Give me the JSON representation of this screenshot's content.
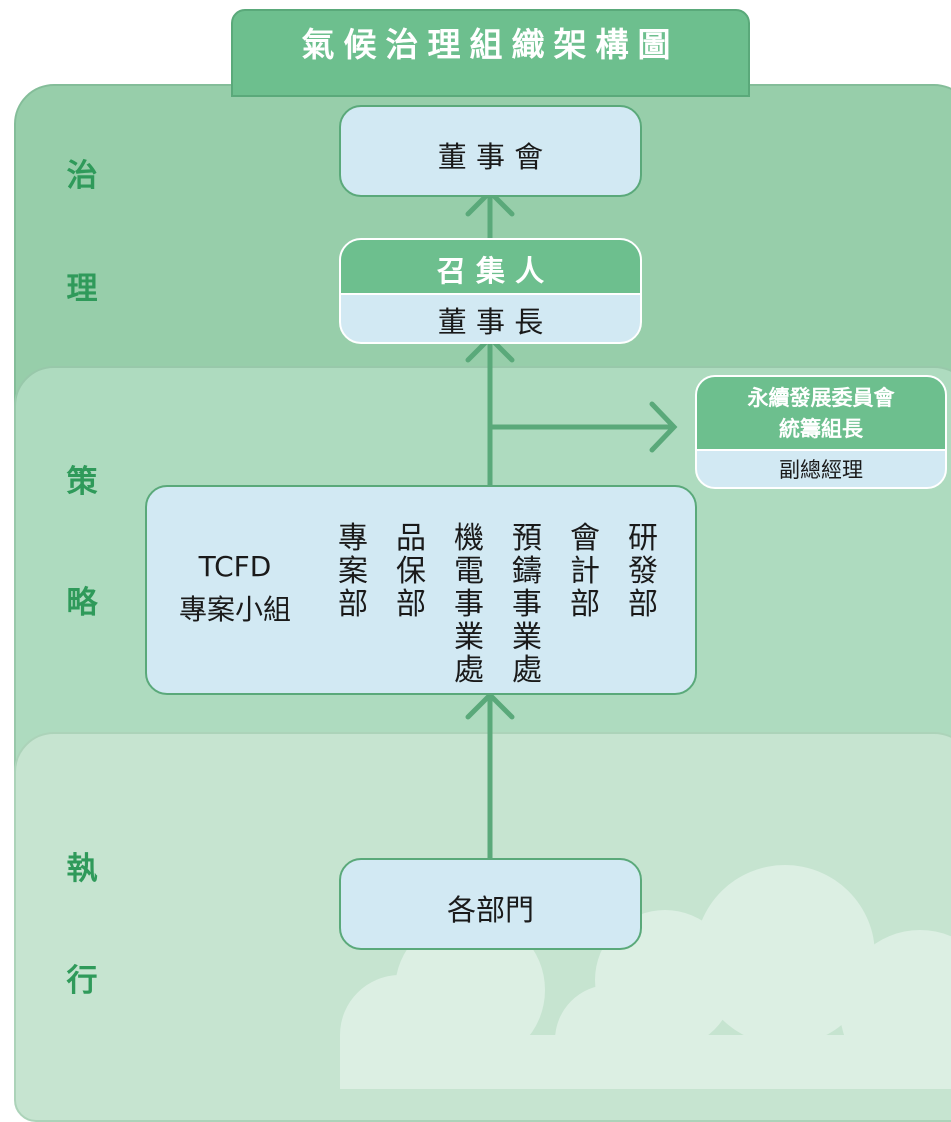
{
  "title": "氣候治理組織架構圖",
  "side_labels": {
    "governance": [
      "治",
      "理"
    ],
    "strategy": [
      "策",
      "略"
    ],
    "execution": [
      "執",
      "行"
    ]
  },
  "nodes": {
    "board": "董 事 會",
    "convener": "召 集 人",
    "chairman": "董 事 長",
    "committee_lead_line1": "永續發展委員會",
    "committee_lead_line2": "統籌組長",
    "committee_role": "副總經理",
    "tcfd_line1": "TCFD",
    "tcfd_line2": "專案小組",
    "departments": [
      "專案部",
      "品保部",
      "機電事業處",
      "預鑄事業處",
      "會計部",
      "研發部"
    ],
    "all_departments": "各部門"
  },
  "colors": {
    "title_tab": "#6dbf8e",
    "governance_panel": "#97ceaa",
    "strategy_panel": "#aedbbf",
    "execution_panel": "#c6e4d0",
    "box_fill": "#d2e9f3",
    "accent_green": "#2f9a5a"
  }
}
